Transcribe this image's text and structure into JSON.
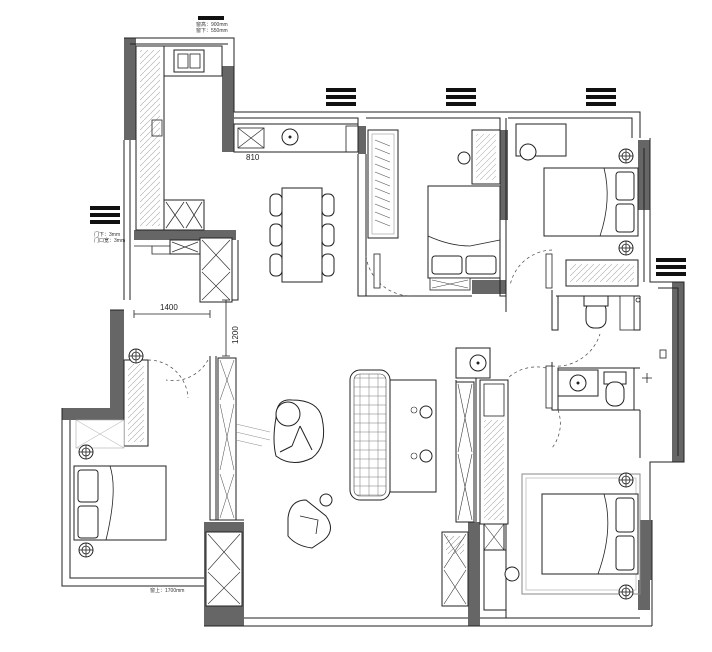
{
  "plan": {
    "dimensions": {
      "kitchen_counter": "810",
      "corridor_width": "1400",
      "corridor_depth": "1200"
    },
    "notes": {
      "top_center_a": "窗高：900mm",
      "top_center_b": "窗下：550mm",
      "left_a": "门下：3mm",
      "left_b": "门口宽：3mm",
      "bottom_left": "窗上：1700mm"
    }
  }
}
